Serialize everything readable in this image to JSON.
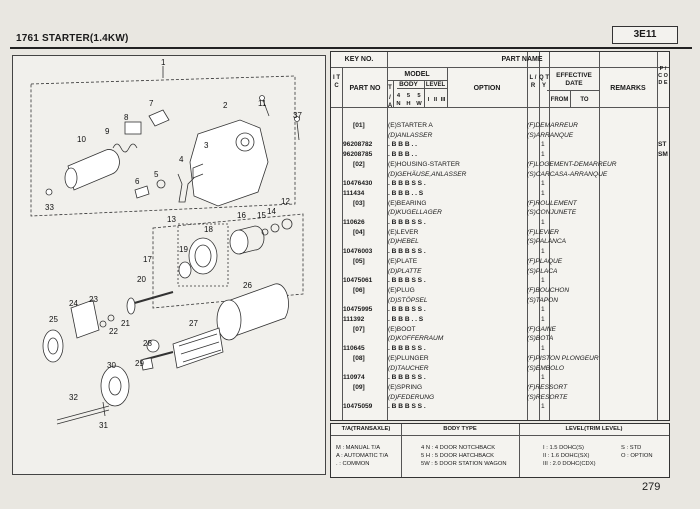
{
  "header": {
    "title": "1761  STARTER(1.4KW)",
    "code": "3E11"
  },
  "diagram": {
    "callouts": [
      "1",
      "2",
      "3",
      "4",
      "5",
      "6",
      "7",
      "8",
      "9",
      "10",
      "11",
      "12",
      "13",
      "14",
      "15",
      "16",
      "17",
      "18",
      "19",
      "20",
      "21",
      "22",
      "23",
      "24",
      "25",
      "26",
      "27",
      "28",
      "29",
      "30",
      "31",
      "32",
      "33",
      "37"
    ]
  },
  "table": {
    "headers": {
      "key_no": "KEY NO.",
      "part_name": "PART NAME",
      "itc": "I T C",
      "part_no": "PART NO",
      "model": "MODEL",
      "t": "T",
      "ta": "/ A",
      "body": "BODY",
      "b4": "4 N",
      "b5": "5 H",
      "b5w": "5 W",
      "level": "LEVEL",
      "l1": "I",
      "l2": "II",
      "l3": "III",
      "option": "OPTION",
      "lr": "L / R",
      "qty": "Q T Y",
      "eff": "EFFECTIVE DATE",
      "from": "FROM",
      "to": "TO",
      "remarks": "REMARKS",
      "pcode": "P / C O D E"
    },
    "rows": [
      {
        "key": "[01]",
        "e": "(E)STARTER A",
        "f": "(F)DEMARREUR"
      },
      {
        "key": "",
        "e": "(D)ANLASSER",
        "f": "(S)ARRANQUE"
      },
      {
        "part": "96208782",
        "model": ". B B B . .",
        "qty": "1",
        "code": "ST"
      },
      {
        "part": "96208785",
        "model": ". B B B . .",
        "qty": "1",
        "code": "SM"
      },
      {
        "key": "[02]",
        "e": "(E)HOUSING-STARTER",
        "f": "(F)LOGEMENT-DEMARREUR"
      },
      {
        "key": "",
        "e": "(D)GEHÄUSE,ANLASSER",
        "f": "(S)CARCASA-ARRANQUE"
      },
      {
        "part": "10476430",
        "model": ". B B B S S .",
        "qty": "1"
      },
      {
        "part": "111434",
        "model": ". B B B . . S",
        "qty": "1"
      },
      {
        "key": "[03]",
        "e": "(E)BEARING",
        "f": "(F)ROULEMENT"
      },
      {
        "key": "",
        "e": "(D)KUGELLAGER",
        "f": "(S)CONJUNETE"
      },
      {
        "part": "110626",
        "model": ". B B B S S .",
        "qty": "1"
      },
      {
        "key": "[04]",
        "e": "(E)LEVER",
        "f": "(F)LEVIER"
      },
      {
        "key": "",
        "e": "(D)HEBEL",
        "f": "(S)PALANCA"
      },
      {
        "part": "10476003",
        "model": ". B B B S S .",
        "qty": "1"
      },
      {
        "key": "[05]",
        "e": "(E)PLATE",
        "f": "(F)PLAQUE"
      },
      {
        "key": "",
        "e": "(D)PLATTE",
        "f": "(S)PLACA"
      },
      {
        "part": "10475061",
        "model": ". B B B S S .",
        "qty": "1"
      },
      {
        "key": "[06]",
        "e": "(E)PLUG",
        "f": "(F)BOUCHON"
      },
      {
        "key": "",
        "e": "(D)STÖPSEL",
        "f": "(S)TAPON"
      },
      {
        "part": "10475995",
        "model": ". B B B S S .",
        "qty": "1"
      },
      {
        "part": "111392",
        "model": ". B B B . . S",
        "qty": "1"
      },
      {
        "key": "[07]",
        "e": "(E)BOOT",
        "f": "(F)GAINE"
      },
      {
        "key": "",
        "e": "(D)KOFFERRAUM",
        "f": "(S)BOTA"
      },
      {
        "part": "110645",
        "model": ". B B B S S .",
        "qty": "1"
      },
      {
        "key": "[08]",
        "e": "(E)PLUNGER",
        "f": "(F)PISTON PLONGEUR"
      },
      {
        "key": "",
        "e": "(D)TAUCHER",
        "f": "(S)EMBOLO"
      },
      {
        "part": "110974",
        "model": ". B B B S S .",
        "qty": "1"
      },
      {
        "key": "[09]",
        "e": "(E)SPRING",
        "f": "(F)RESSORT"
      },
      {
        "key": "",
        "e": "(D)FEDERUNG",
        "f": "(S)RESORTE"
      },
      {
        "part": "10475059",
        "model": ". B B B S S .",
        "qty": "1"
      }
    ]
  },
  "legend": {
    "head_ta": "T/A(TRANSAXLE)",
    "head_body": "BODY TYPE",
    "head_level": "LEVEL(TRIM LEVEL)",
    "ta": [
      "M : MANUAL T/A",
      "A : AUTOMATIC T/A",
      ". : COMMON"
    ],
    "body": [
      "4 N : 4 DOOR NOTCHBACK",
      "5 H : 5 DOOR HATCHBACK",
      "5W : 5 DOOR STATION WAGON"
    ],
    "level": [
      "I   : 1.5 DOHC(S)",
      "II  : 1.6 DOHC(SX)",
      "III : 2.0 DOHC(CDX)"
    ],
    "opt": [
      "S : STD",
      "O : OPTION"
    ]
  },
  "page_number": "279"
}
